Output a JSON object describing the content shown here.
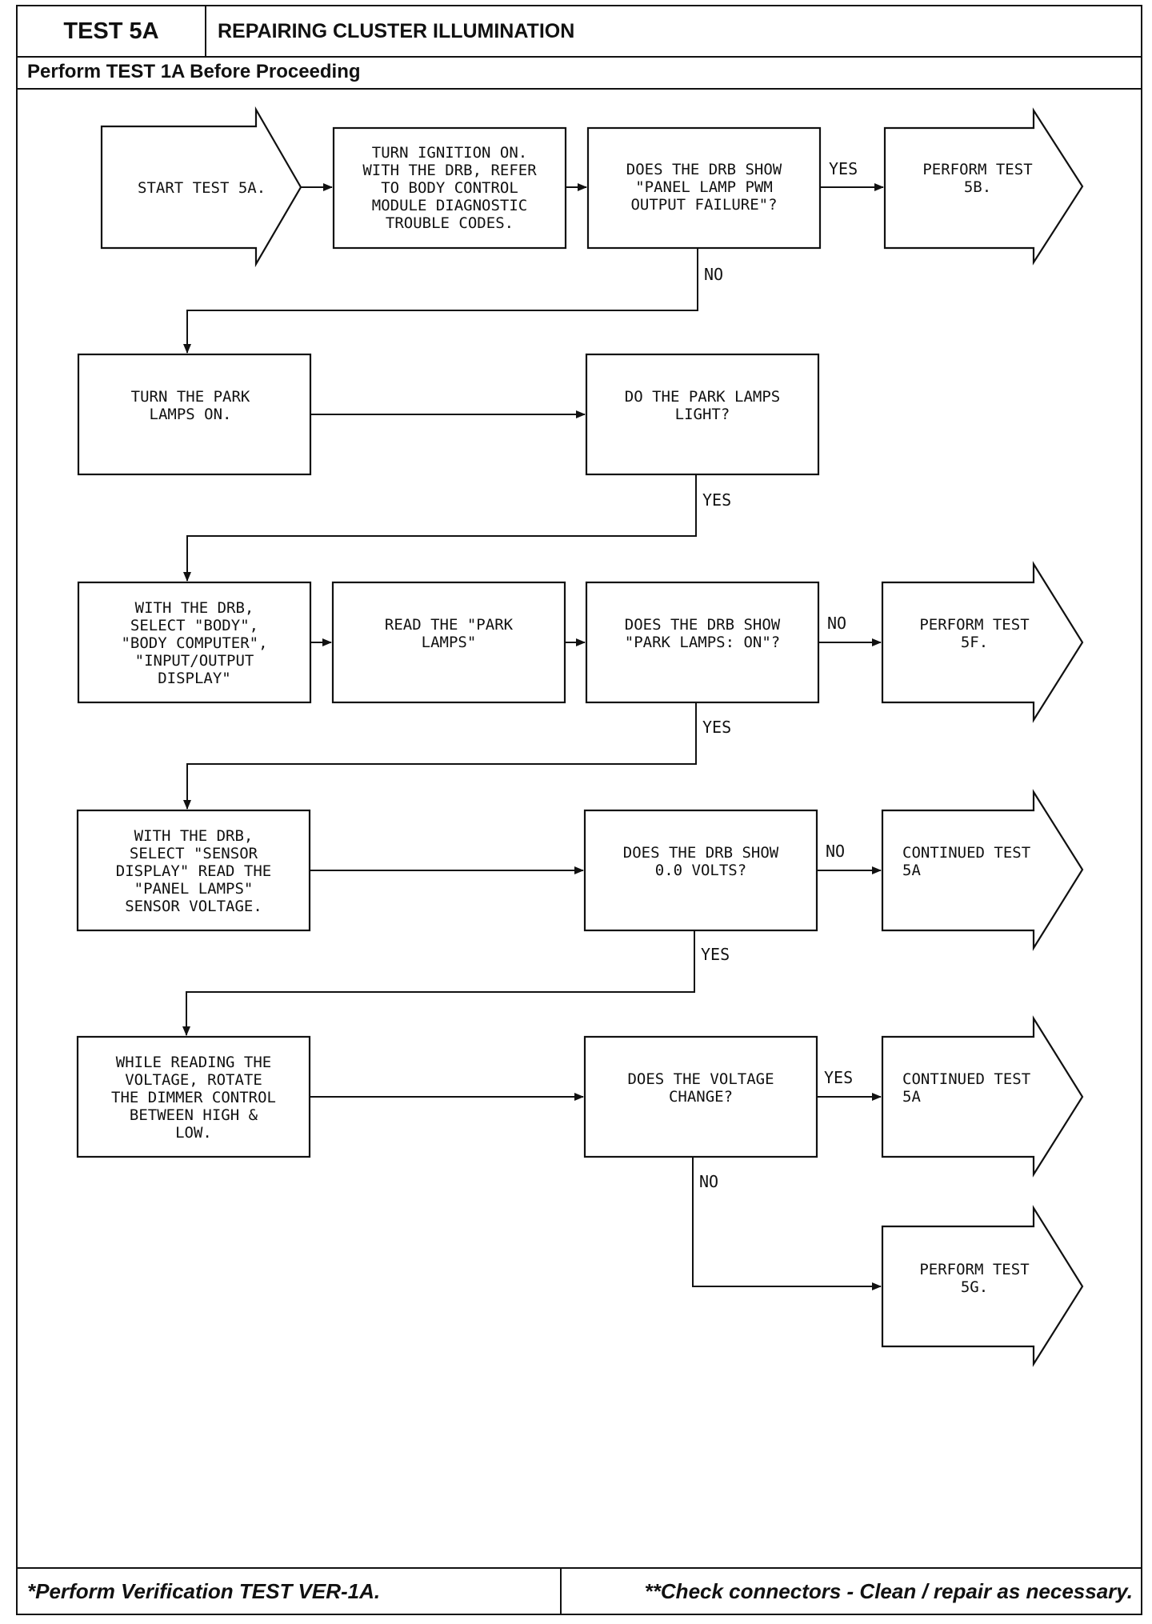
{
  "header": {
    "test_id": "TEST 5A",
    "title": "REPAIRING CLUSTER ILLUMINATION",
    "prerequisite": "Perform TEST 1A Before Proceeding"
  },
  "footer": {
    "left": "*Perform Verification TEST VER-1A.",
    "right": "**Check connectors - Clean / repair as necessary."
  },
  "flow": {
    "start": [
      "START TEST 5A."
    ],
    "step1": [
      "TURN IGNITION ON.",
      "WITH THE DRB, REFER",
      "TO BODY CONTROL",
      "MODULE DIAGNOSTIC",
      "TROUBLE CODES."
    ],
    "q1": [
      "DOES THE DRB SHOW",
      "\"PANEL LAMP PWM",
      "OUTPUT FAILURE\"?"
    ],
    "q1_yes": [
      "PERFORM TEST",
      "5B."
    ],
    "step2": [
      "TURN THE PARK",
      "LAMPS ON."
    ],
    "q2": [
      "DO THE PARK LAMPS",
      "LIGHT?"
    ],
    "step3": [
      "WITH THE DRB,",
      "SELECT \"BODY\",",
      "\"BODY COMPUTER\",",
      "\"INPUT/OUTPUT",
      "DISPLAY\""
    ],
    "step4": [
      "READ THE \"PARK",
      "LAMPS\""
    ],
    "q3": [
      "DOES THE DRB SHOW",
      "\"PARK LAMPS: ON\"?"
    ],
    "q3_no": [
      "PERFORM TEST",
      "5F."
    ],
    "step5": [
      "WITH THE DRB,",
      "SELECT \"SENSOR",
      "DISPLAY\" READ THE",
      "\"PANEL LAMPS\"",
      "SENSOR VOLTAGE."
    ],
    "q4": [
      "DOES THE DRB SHOW",
      "0.0 VOLTS?"
    ],
    "q4_no": [
      "CONTINUED TEST",
      "5A"
    ],
    "step6": [
      "WHILE READING THE",
      "VOLTAGE, ROTATE",
      "THE DIMMER CONTROL",
      "BETWEEN HIGH &",
      "LOW."
    ],
    "q5": [
      "DOES THE VOLTAGE",
      "CHANGE?"
    ],
    "q5_yes": [
      "CONTINUED TEST",
      "5A"
    ],
    "q5_no": [
      "PERFORM TEST",
      "5G."
    ]
  },
  "edge_labels": {
    "yes": "YES",
    "no": "NO"
  }
}
